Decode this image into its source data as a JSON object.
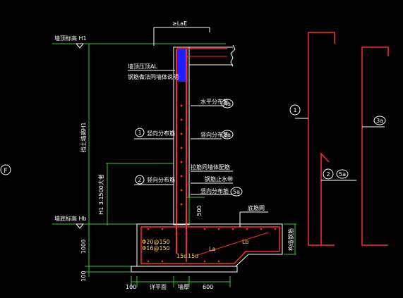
{
  "grid_label": "F",
  "top_dim_label": "≥LaE",
  "elevations": {
    "top": "墙顶标高 H1",
    "bottom": "墙底标高 Hb"
  },
  "vertical_dims": {
    "wall_height": "挡土墙高H1",
    "tie_spacing": "H1 3.1500大者",
    "dim_500": "500",
    "dim_1000": "1000",
    "dim_100": "100"
  },
  "bottom_dims": [
    "100",
    "详平面",
    "墙厚",
    "600"
  ],
  "wall_notes": {
    "top_note_line1": "墙顶压顶AL",
    "top_note_line2": "钢筋做法同墙体说明"
  },
  "callouts": [
    {
      "label": "水平分布筋",
      "tag": "4a"
    },
    {
      "label": "竖向分布筋",
      "tag": "3a",
      "num": "1"
    },
    {
      "label": "竖向分布筋",
      "tag": "5a",
      "num": "2"
    },
    {
      "label": "拉筋同墙体配筋"
    },
    {
      "label": "钢筋止水带"
    }
  ],
  "base_notes": {
    "distribution": "底筋网",
    "rebar_spec_1": "Φ20@150",
    "rebar_spec_2": "Φ16@150",
    "la": "La",
    "lb": "Lb",
    "d1": "15d",
    "d2": "15d",
    "side_note": "构造钢筋"
  },
  "detail_tags": {
    "left_num": "1",
    "middle_num": "2",
    "middle_tag": "5a",
    "right_tag": "3a"
  }
}
